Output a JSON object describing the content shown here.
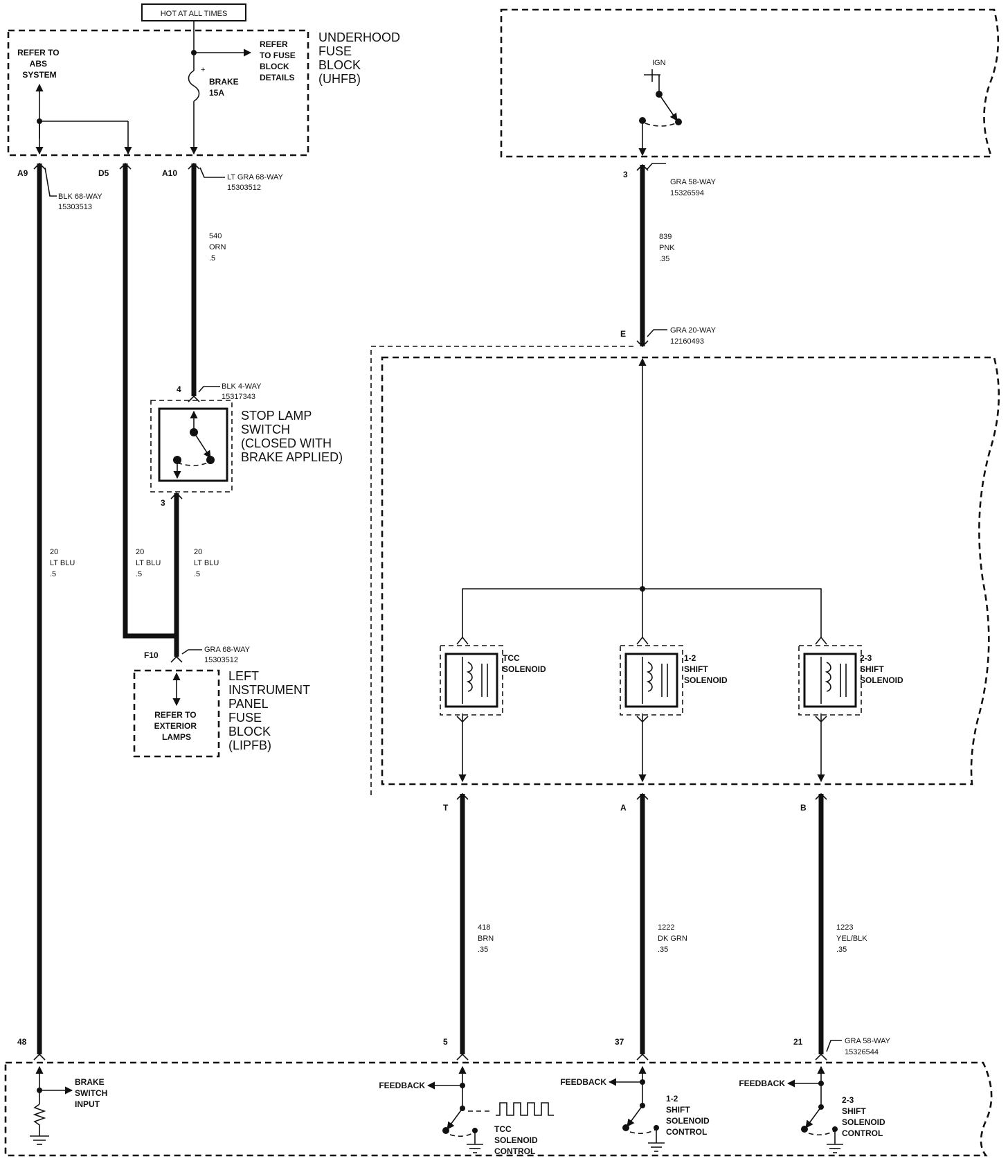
{
  "hot_label": "HOT AT ALL TIMES",
  "uhfb": {
    "name_lines": [
      "UNDERHOOD",
      "FUSE",
      "BLOCK",
      "(UHFB)"
    ],
    "refer_abs_lines": [
      "REFER TO",
      "ABS",
      "SYSTEM"
    ],
    "refer_fuse_lines": [
      "REFER",
      "TO FUSE",
      "BLOCK",
      "DETAILS"
    ],
    "fuse_lines": [
      "BRAKE",
      "15A"
    ],
    "fuse_plus": "+"
  },
  "pins": {
    "a9": "A9",
    "d5": "D5",
    "a10": "A10",
    "stop_in": "4",
    "stop_out": "3",
    "f10": "F10",
    "ign_out": "3",
    "tcm_e": "E",
    "t": "T",
    "a": "A",
    "b": "B",
    "pcm_48": "48",
    "pcm_5": "5",
    "pcm_37": "37",
    "pcm_21": "21"
  },
  "connectors": {
    "blk68": [
      "BLK 68-WAY",
      "15303513"
    ],
    "ltgra68": [
      "LT GRA 68-WAY",
      "15303512"
    ],
    "blk4": [
      "BLK 4-WAY",
      "15317343"
    ],
    "gra68": [
      "GRA 68-WAY",
      "15303512"
    ],
    "gra58_top": [
      "GRA 58-WAY",
      "15326594"
    ],
    "gra20": [
      "GRA 20-WAY",
      "12160493"
    ],
    "gra58_bottom": [
      "GRA 58-WAY",
      "15326544"
    ]
  },
  "wires": {
    "w540": [
      "540",
      "ORN",
      ".5"
    ],
    "w20_a": [
      "20",
      "LT BLU",
      ".5"
    ],
    "w20_b": [
      "20",
      "LT BLU",
      ".5"
    ],
    "w20_c": [
      "20",
      "LT BLU",
      ".5"
    ],
    "w839": [
      "839",
      "PNK",
      ".35"
    ],
    "w418": [
      "418",
      "BRN",
      ".35"
    ],
    "w1222": [
      "1222",
      "DK GRN",
      ".35"
    ],
    "w1223": [
      "1223",
      "YEL/BLK",
      ".35"
    ]
  },
  "stop_lamp_lines": [
    "STOP LAMP",
    "SWITCH",
    "(CLOSED WITH",
    "BRAKE APPLIED)"
  ],
  "lipfb": {
    "name_lines": [
      "LEFT",
      "INSTRUMENT",
      "PANEL",
      "FUSE",
      "BLOCK",
      "(LIPFB)"
    ],
    "refer_lines": [
      "REFER TO",
      "EXTERIOR",
      "LAMPS"
    ]
  },
  "ign_label": "IGN",
  "solenoids": {
    "tcc": [
      "TCC",
      "SOLENOID"
    ],
    "s12": [
      "1-2",
      "SHIFT",
      "SOLENOID"
    ],
    "s23": [
      "2-3",
      "SHIFT",
      "SOLENOID"
    ]
  },
  "pcm": {
    "brake_input_lines": [
      "BRAKE",
      "SWITCH",
      "INPUT"
    ],
    "feedback_1": "FEEDBACK",
    "feedback_2": "FEEDBACK",
    "feedback_3": "FEEDBACK",
    "tcc_control_lines": [
      "TCC",
      "SOLENOID",
      "CONTROL"
    ],
    "s12_control_lines": [
      "1-2",
      "SHIFT",
      "SOLENOID",
      "CONTROL"
    ],
    "s23_control_lines": [
      "2-3",
      "SHIFT",
      "SOLENOID",
      "CONTROL"
    ]
  }
}
